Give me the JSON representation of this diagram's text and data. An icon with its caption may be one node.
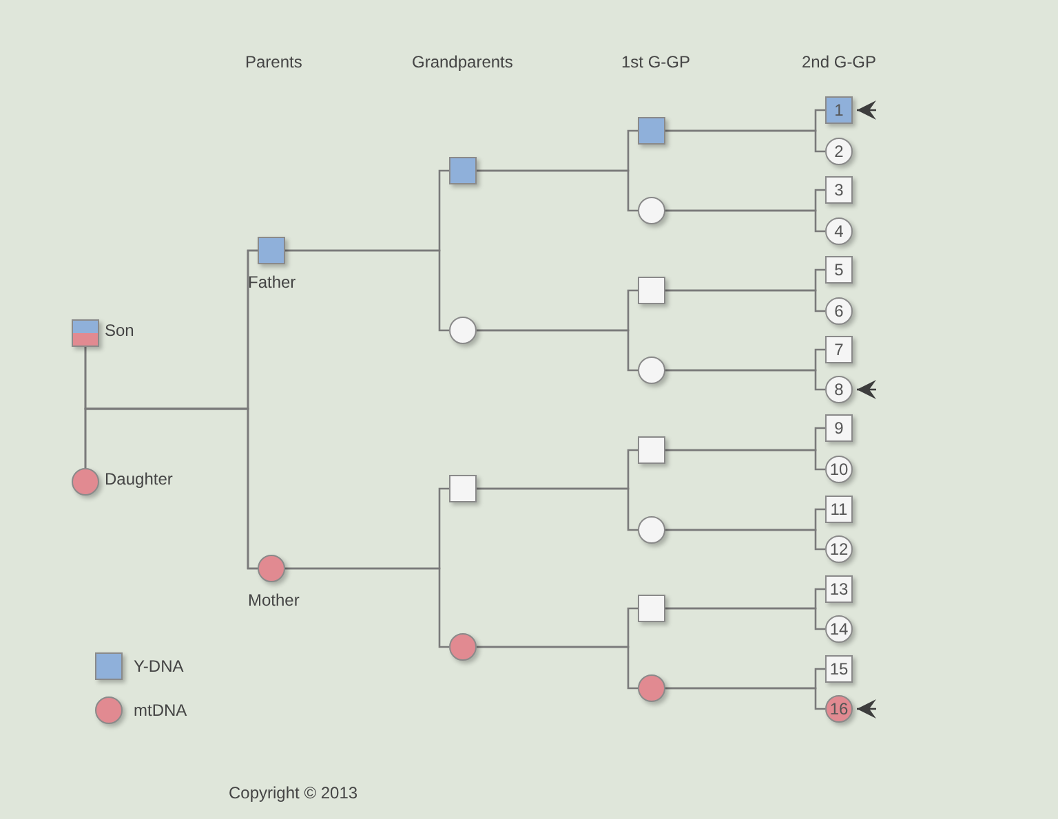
{
  "diagram": {
    "nodes": [
      {
        "text": [],
        "shape": "box",
        "beside": [
          "Son"
        ]
      },
      {
        "text": [],
        "shape": "circle",
        "beside": [
          "Daughter"
        ]
      },
      {
        "text": [],
        "shape": "box",
        "beside": [
          "Father"
        ]
      },
      {
        "text": [],
        "shape": "circle",
        "beside": [
          "Mother"
        ]
      },
      {
        "text": [],
        "shape": "box"
      },
      {
        "text": [],
        "shape": "circle"
      },
      {
        "text": [],
        "shape": "box"
      },
      {
        "text": [],
        "shape": "circle"
      },
      {
        "text": [],
        "shape": "box"
      },
      {
        "text": [],
        "shape": "circle"
      },
      {
        "text": [],
        "shape": "box"
      },
      {
        "text": [],
        "shape": "circle"
      },
      {
        "text": [],
        "shape": "box"
      },
      {
        "text": [],
        "shape": "circle"
      },
      {
        "text": [],
        "shape": "box"
      },
      {
        "text": [],
        "shape": "circle"
      },
      {
        "text": [
          "1"
        ]
      },
      {
        "text": [
          "2"
        ]
      },
      {
        "text": [
          "3"
        ]
      },
      {
        "text": [
          "4"
        ]
      },
      {
        "text": [
          "5"
        ]
      },
      {
        "text": [
          "6"
        ]
      },
      {
        "text": [
          "7"
        ]
      },
      {
        "text": [
          "8"
        ]
      },
      {
        "text": [
          "9"
        ]
      },
      {
        "text": [
          "10"
        ]
      },
      {
        "text": [
          "11"
        ]
      },
      {
        "text": [
          "12"
        ]
      },
      {
        "text": [
          "13"
        ]
      },
      {
        "text": [
          "14"
        ]
      },
      {
        "text": [
          "15"
        ]
      },
      {
        "text": [
          "16"
        ]
      }
    ],
    "edges": [
      {
        "from": 0,
        "to": 2,
        "arrow": "none"
      },
      {
        "from": 0,
        "to": 3,
        "arrow": "none"
      },
      {
        "from": 1,
        "to": 2,
        "arrow": "none"
      },
      {
        "from": 1,
        "to": 3,
        "arrow": "none"
      },
      {
        "from": 2,
        "to": 4,
        "arrow": "none"
      },
      {
        "from": 2,
        "to": 5,
        "arrow": "none"
      },
      {
        "from": 3,
        "to": 6,
        "arrow": "none"
      },
      {
        "from": 3,
        "to": 7,
        "arrow": "none"
      },
      {
        "from": 4,
        "to": 8,
        "arrow": "none"
      },
      {
        "from": 4,
        "to": 9,
        "arrow": "none"
      },
      {
        "from": 5,
        "to": 10,
        "arrow": "none"
      },
      {
        "from": 5,
        "to": 11,
        "arrow": "none"
      },
      {
        "from": 6,
        "to": 12,
        "arrow": "none"
      },
      {
        "from": 6,
        "to": 13,
        "arrow": "none"
      },
      {
        "from": 7,
        "to": 14,
        "arrow": "none"
      },
      {
        "from": 7,
        "to": 15,
        "arrow": "none"
      },
      {
        "from": 8,
        "to": 16,
        "arrow": "none"
      },
      {
        "from": 8,
        "to": 17,
        "arrow": "none"
      },
      {
        "from": 9,
        "to": 18,
        "arrow": "none"
      },
      {
        "from": 9,
        "to": 19,
        "arrow": "none"
      },
      {
        "from": 10,
        "to": 20,
        "arrow": "none"
      },
      {
        "from": 10,
        "to": 21,
        "arrow": "none"
      },
      {
        "from": 11,
        "to": 22,
        "arrow": "none"
      },
      {
        "from": 11,
        "to": 23,
        "arrow": "none"
      },
      {
        "from": 12,
        "to": 24,
        "arrow": "none"
      },
      {
        "from": 12,
        "to": 25,
        "arrow": "none"
      },
      {
        "from": 13,
        "to": 26,
        "arrow": "none"
      },
      {
        "from": 13,
        "to": 27,
        "arrow": "none"
      },
      {
        "from": 14,
        "to": 28,
        "arrow": "none"
      },
      {
        "from": 14,
        "to": 29,
        "arrow": "none"
      },
      {
        "from": 15,
        "to": 30,
        "arrow": "none"
      },
      {
        "from": 15,
        "to": 31,
        "arrow": "none"
      },
      {
        "from": null,
        "to": 16,
        "arrow": "to"
      },
      {
        "from": null,
        "to": 23,
        "arrow": "to"
      },
      {
        "from": null,
        "to": 31,
        "arrow": "to"
      }
    ],
    "labels": [
      "Parents",
      "Grandparents",
      "1st G-GP",
      "2nd G-GP",
      "Copyright © 2013"
    ],
    "legend": [
      {
        "text": "Y-DNA",
        "color": "#8fb0da"
      },
      {
        "text": "mtDNA",
        "color": "#e18a91"
      }
    ]
  }
}
